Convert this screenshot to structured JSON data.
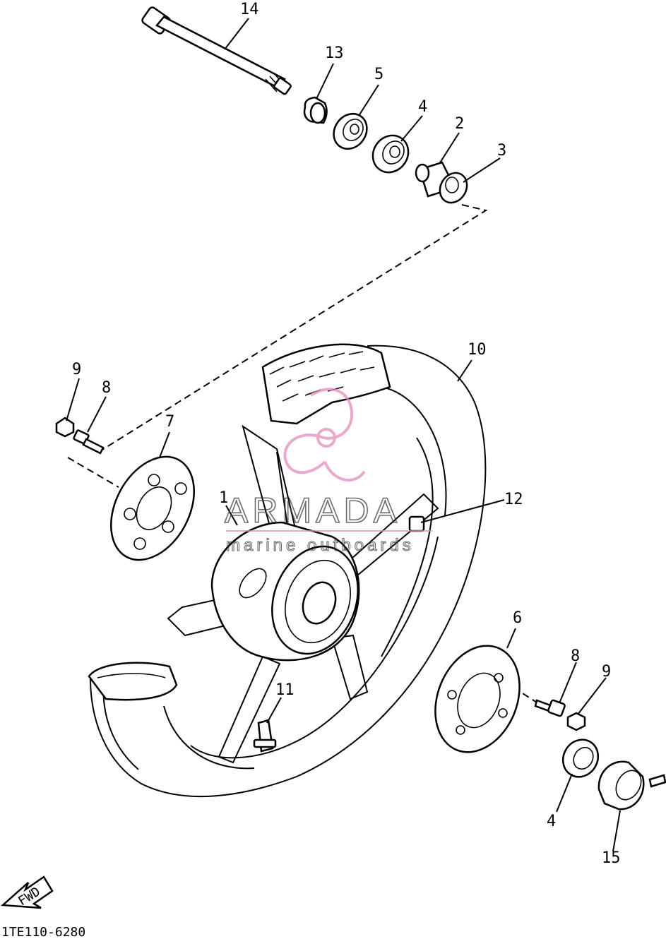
{
  "diagram": {
    "part_labels": {
      "p14": "14",
      "p13": "13",
      "p5": "5",
      "p4a": "4",
      "p2": "2",
      "p3": "3",
      "p10": "10",
      "p9a": "9",
      "p8a": "8",
      "p7": "7",
      "p12": "12",
      "p1": "1",
      "p11": "11",
      "p6": "6",
      "p8b": "8",
      "p9b": "9",
      "p4b": "4",
      "p15": "15"
    },
    "direction_arrow": "FWD",
    "drawing_code": "1TE110-6280",
    "watermark": {
      "brand": "ARMADA",
      "tagline": "marine outboards",
      "color": "#e58bbd"
    }
  }
}
